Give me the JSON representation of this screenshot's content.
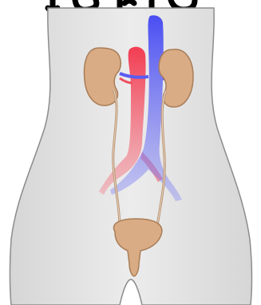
{
  "diagram": {
    "colors": {
      "background": "#ffffff",
      "body_fill": "#e3e3e3",
      "body_stroke": "#8c8c8c",
      "kidney_fill": "#d9ac85",
      "kidney_stroke": "#a97d57",
      "ureter": "#b99575",
      "bladder_fill": "#d9ac85",
      "artery": "#f05060",
      "vein": "#5a5cf0",
      "heading_fragment": "#000000"
    },
    "parts": [
      {
        "id": "torso-outline",
        "icon": "body-silhouette"
      },
      {
        "id": "left-kidney",
        "icon": "kidney"
      },
      {
        "id": "right-kidney",
        "icon": "kidney"
      },
      {
        "id": "left-ureter",
        "icon": "tube"
      },
      {
        "id": "right-ureter",
        "icon": "tube"
      },
      {
        "id": "bladder",
        "icon": "bladder"
      },
      {
        "id": "aorta",
        "icon": "artery"
      },
      {
        "id": "vena-cava",
        "icon": "vein"
      }
    ]
  }
}
